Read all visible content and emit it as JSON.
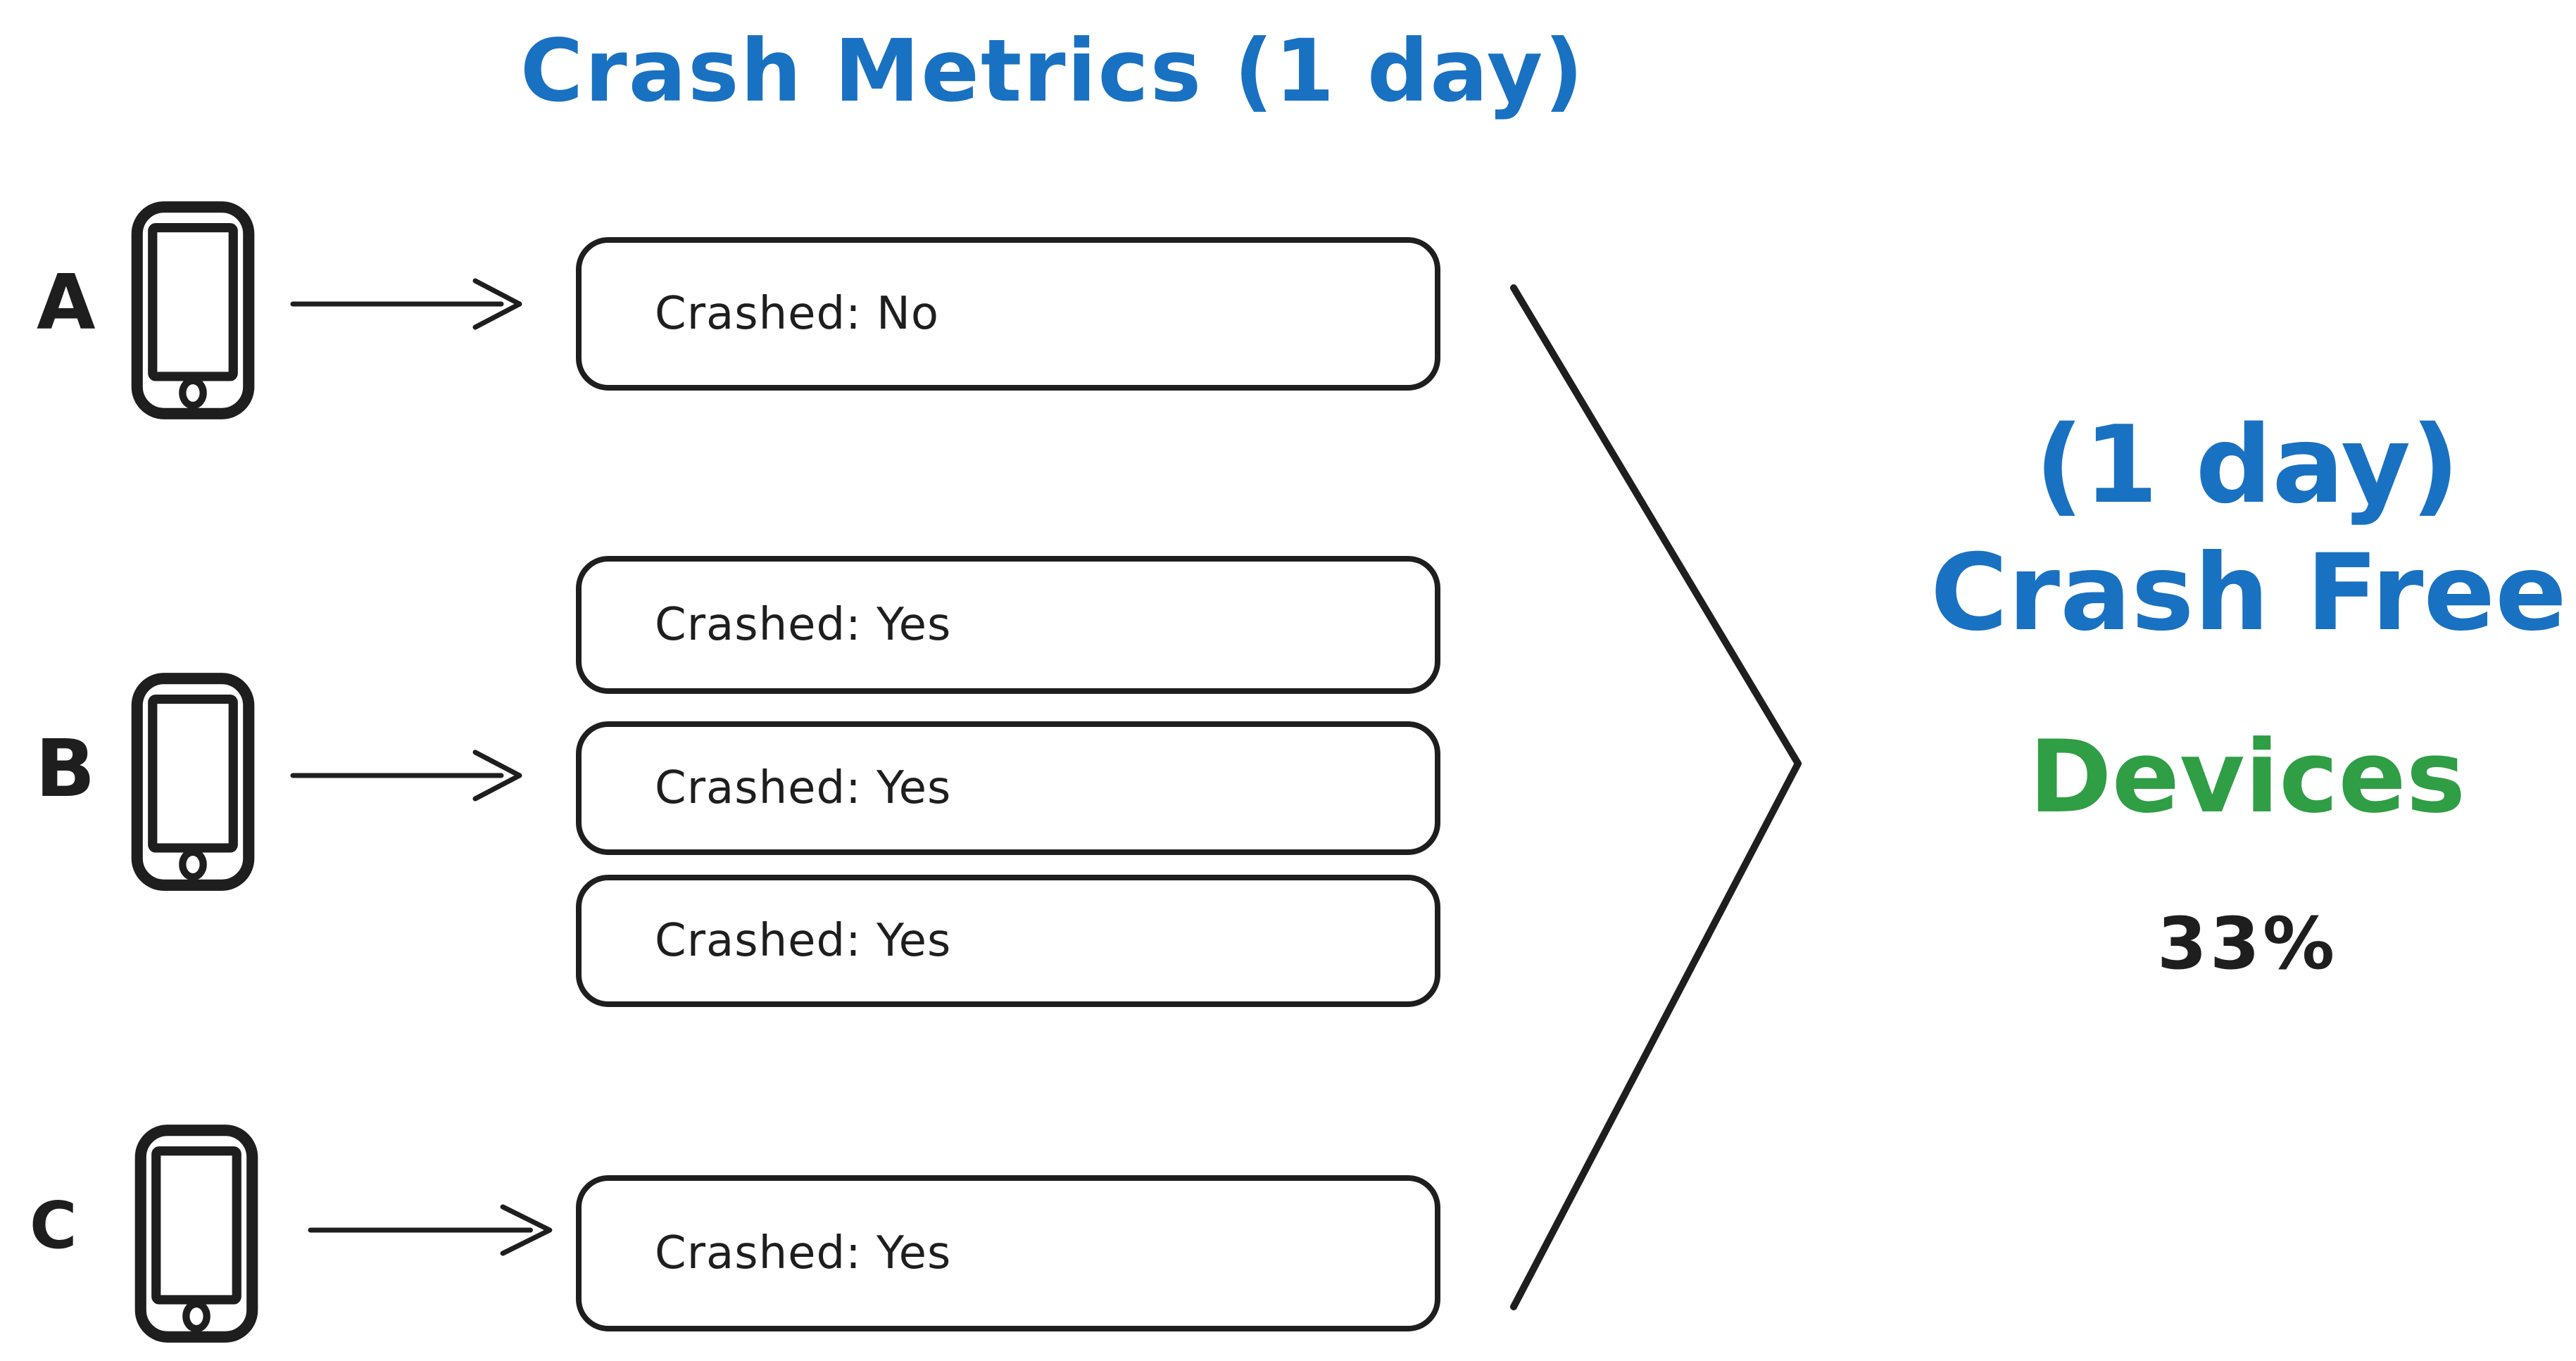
{
  "title": "Crash Metrics (1 day)",
  "colors": {
    "blue": "#1971c2",
    "green": "#2f9e44",
    "ink": "#1e1e1e"
  },
  "devices": [
    {
      "label": "A",
      "sessions": [
        {
          "text": "Crashed: No",
          "crashed": "No"
        }
      ]
    },
    {
      "label": "B",
      "sessions": [
        {
          "text": "Crashed: Yes",
          "crashed": "Yes"
        },
        {
          "text": "Crashed: Yes",
          "crashed": "Yes"
        },
        {
          "text": "Crashed: Yes",
          "crashed": "Yes"
        }
      ]
    },
    {
      "label": "C",
      "sessions": [
        {
          "text": "Crashed: Yes",
          "crashed": "Yes"
        }
      ]
    }
  ],
  "result": {
    "period": "(1 day)",
    "metric": "Crash Free",
    "subject": "Devices",
    "value": "33%"
  }
}
